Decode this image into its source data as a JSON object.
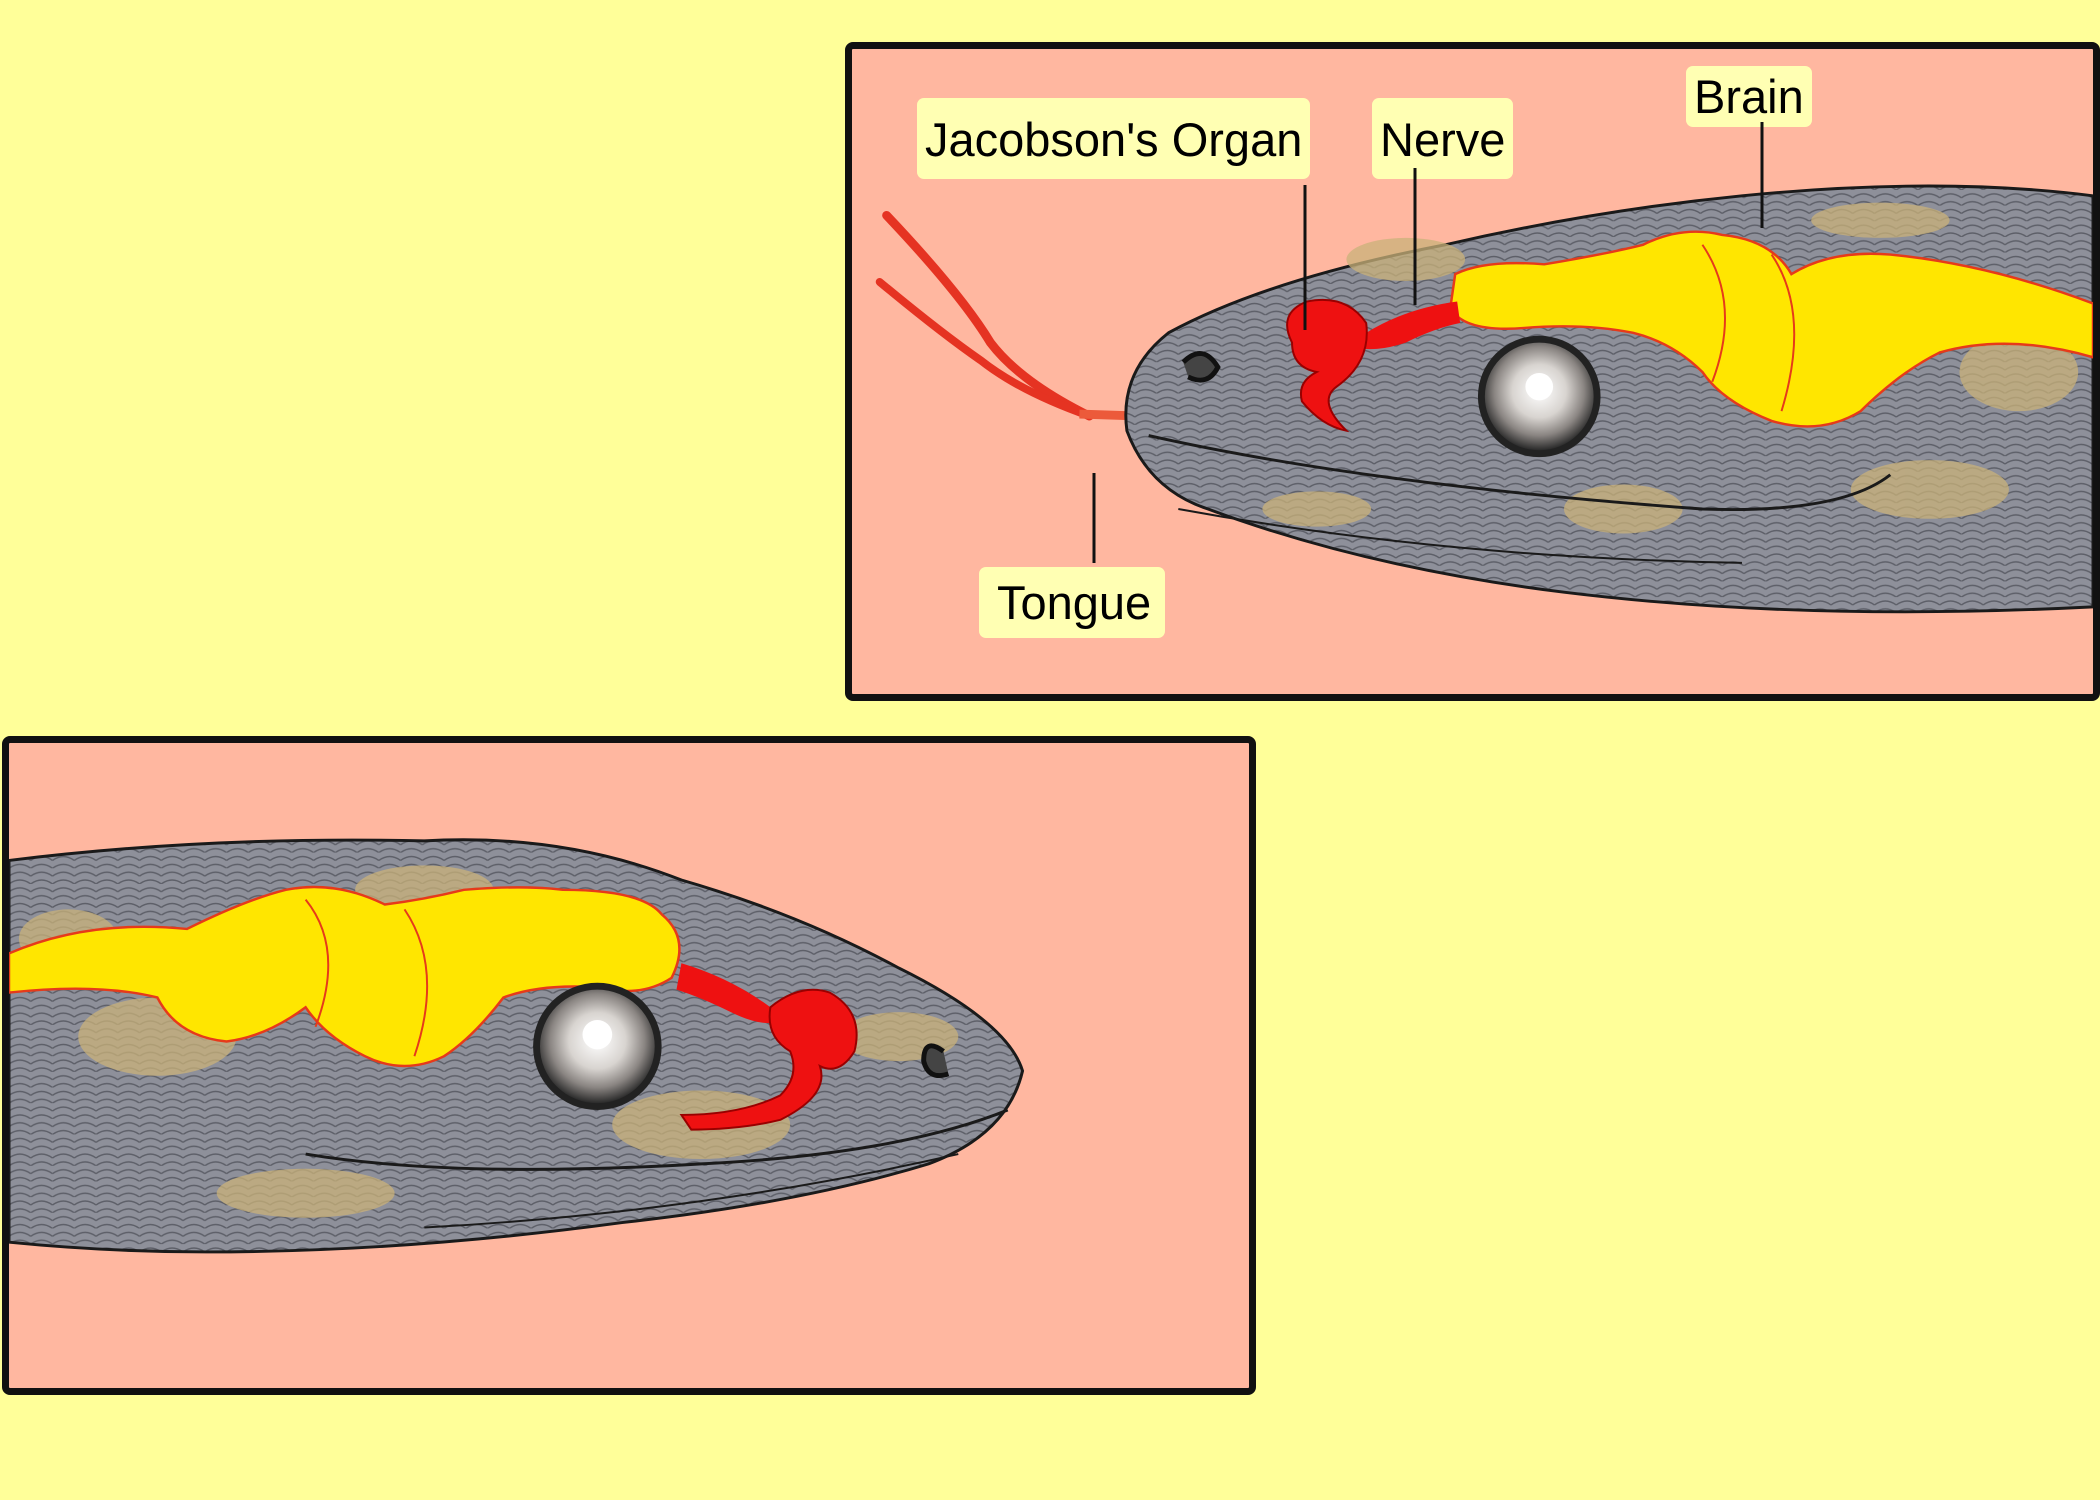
{
  "labels": {
    "jacobsons_organ": "Jacobson's Organ",
    "nerve": "Nerve",
    "brain": "Brain",
    "tongue": "Tongue"
  },
  "colors": {
    "background": "#ffff99",
    "panel": "#ffb7a0",
    "label_bg": "#ffffb3",
    "brain": "#ffe600",
    "organ_nerve": "#ee1111",
    "snake_gray": "#8c8e98",
    "snake_yellow": "#c9b27a"
  }
}
